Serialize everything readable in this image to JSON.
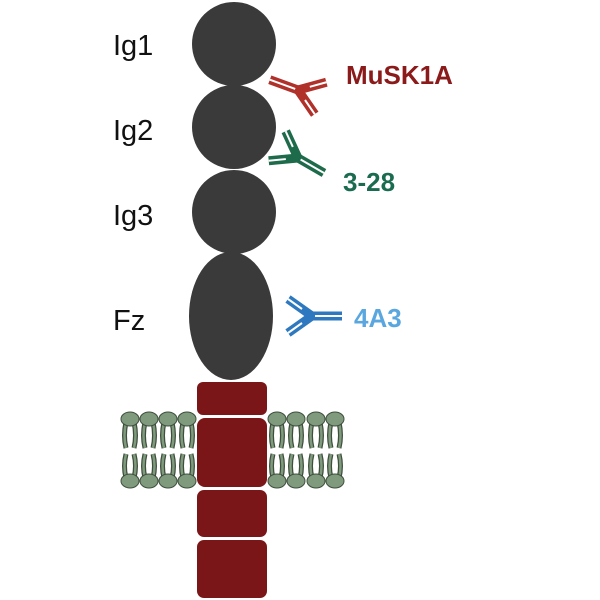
{
  "domains": {
    "ig1": "Ig1",
    "ig2": "Ig2",
    "ig3": "Ig3",
    "fz": "Fz"
  },
  "antibodies": {
    "musk1a": {
      "label": "MuSK1A",
      "color": "#8b1a1a",
      "icon_color": "#b0302a"
    },
    "ab328": {
      "label": "3-28",
      "color": "#1a6b4f",
      "icon_color": "#1d6b4a"
    },
    "ab4a3": {
      "label": "4A3",
      "color": "#5aa7e0",
      "icon_color": "#2e78c0"
    }
  },
  "colors": {
    "domain": "#3a3a3a",
    "transmembrane": "#7b1618",
    "lipid": "#7f9a7c"
  }
}
